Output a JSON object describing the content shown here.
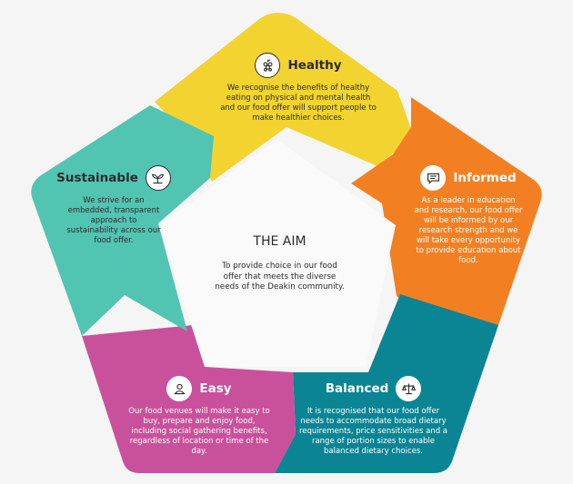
{
  "center": {
    "title": "THE AIM",
    "text": "To provide choice in our food offer that meets the diverse needs of the Deakin community."
  },
  "segments": {
    "healthy": {
      "title": "Healthy",
      "icon": "grapes-icon",
      "color": "#f3d330",
      "text": "We recognise the benefits of healthy eating on physical and mental health and our food offer will support people to make healthier choices."
    },
    "informed": {
      "title": "Informed",
      "icon": "speech-bubble-icon",
      "color": "#f28022",
      "text": "As a leader in education and research, our food offer will be informed by our research strength and we will take every opportunity to provide education about food."
    },
    "balanced": {
      "title": "Balanced",
      "icon": "scales-icon",
      "color": "#0b8593",
      "text": "It is recognised that our food offer needs to accommodate broad dietary requirements, price sensitivities and a range of portion sizes to enable balanced dietary choices."
    },
    "easy": {
      "title": "Easy",
      "icon": "person-icon",
      "color": "#c9519b",
      "text": "Our food venues will make it easy to buy, prepare and enjoy food, including social gathering benefits, regardless of location or time of the day."
    },
    "sustainable": {
      "title": "Sustainable",
      "icon": "sprout-icon",
      "color": "#52c4b2",
      "text": "We strive for an embedded, transparent approach to sustainability across our food offer."
    }
  }
}
